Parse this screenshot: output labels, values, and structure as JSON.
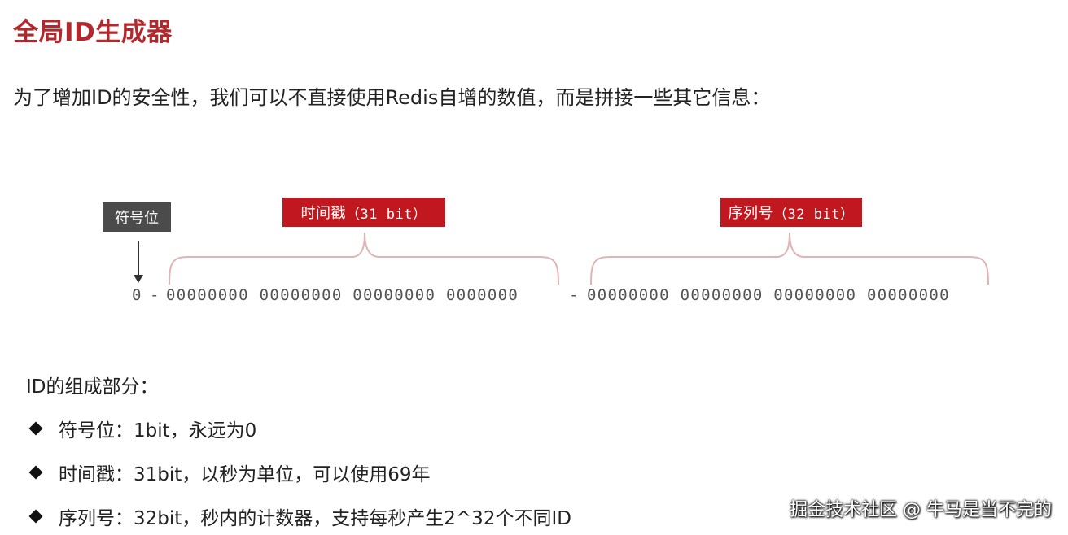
{
  "title": "全局ID生成器",
  "intro": "为了增加ID的安全性，我们可以不直接使用Redis自增的数值，而是拼接一些其它信息：",
  "diagram": {
    "sign_label": "符号位",
    "timestamp_label": "时间戳",
    "timestamp_bits": "（31 bit）",
    "sequence_label": "序列号",
    "sequence_bits": "（32 bit）",
    "sign_bit": "0",
    "dash": "-",
    "timestamp_groups": "00000000 00000000 00000000 0000000",
    "sequence_groups": "00000000 00000000 00000000 00000000"
  },
  "composition": {
    "heading": "ID的组成部分：",
    "items": [
      "符号位：1bit，永远为0",
      "时间戳：31bit，以秒为单位，可以使用69年",
      "序列号：32bit，秒内的计数器，支持每秒产生2^32个不同ID"
    ]
  },
  "watermark": "掘金技术社区 @ 牛马是当不完的",
  "colors": {
    "title": "#b3282d",
    "label_red": "#c0181e",
    "label_dark": "#4b4b4b",
    "brace": "#e0b4b4"
  }
}
